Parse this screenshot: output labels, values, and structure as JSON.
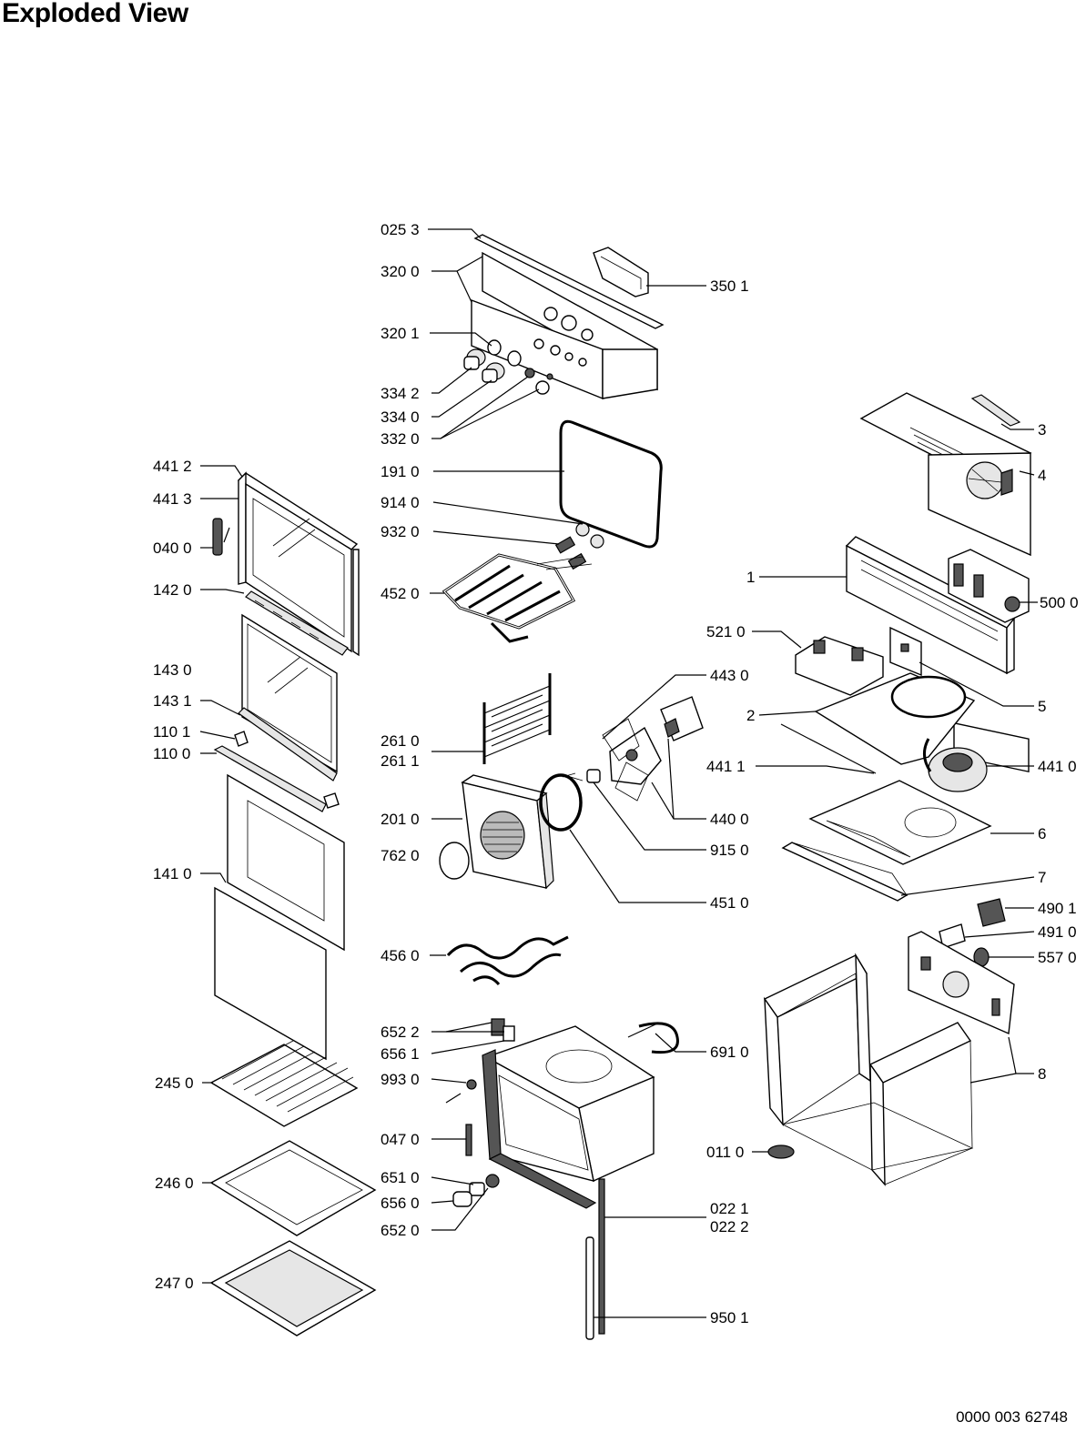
{
  "title": "Exploded View",
  "document_number": "0000 003 62748",
  "labels": {
    "l0253": "025 3",
    "l3200": "320 0",
    "l3501": "350 1",
    "l3201": "320 1",
    "l3342": "334 2",
    "l3340": "334 0",
    "l3320": "332 0",
    "l1910": "191 0",
    "l9140": "914 0",
    "l9320": "932 0",
    "l4520": "452 0",
    "l4412": "441 2",
    "l4413": "441 3",
    "l0400": "040 0",
    "l1420": "142 0",
    "l1430": "143 0",
    "l1431": "143 1",
    "l1101": "110 1",
    "l1100": "110 0",
    "l1410": "141 0",
    "l2450": "245 0",
    "l2460": "246 0",
    "l2470": "247 0",
    "l2610": "261 0",
    "l2611": "261 1",
    "l2010": "201 0",
    "l7620": "762 0",
    "l4560": "456 0",
    "l6522": "652 2",
    "l6561": "656 1",
    "l9930": "993 0",
    "l0470": "047 0",
    "l6510": "651 0",
    "l6560": "656 0",
    "l6520": "652 0",
    "l4430": "443 0",
    "l4400": "440 0",
    "l9150": "915 0",
    "l4510": "451 0",
    "l6910": "691 0",
    "l0221": "022 1",
    "l0222": "022 2",
    "l9501": "950 1",
    "l0110": "011 0",
    "l3": "3",
    "l4": "4",
    "l1": "1",
    "l5000": "500 0",
    "l5210": "521 0",
    "l5": "5",
    "l2": "2",
    "l4411": "441 1",
    "l4410": "441 0",
    "l6": "6",
    "l7": "7",
    "l4901": "490 1",
    "l4910": "491 0",
    "l5570": "557 0",
    "l8": "8"
  }
}
